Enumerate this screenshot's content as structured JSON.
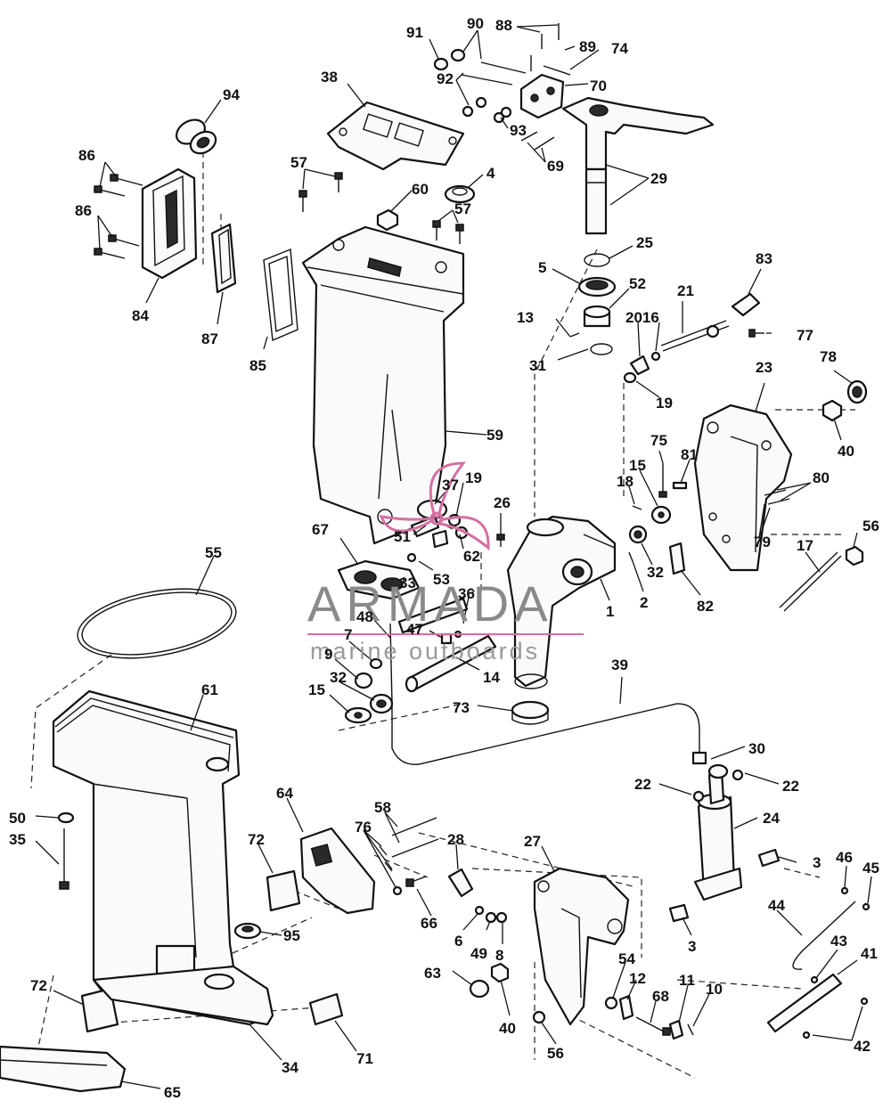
{
  "diagram": {
    "callouts": [
      "1",
      "2",
      "3",
      "4",
      "5",
      "6",
      "7",
      "8",
      "9",
      "10",
      "11",
      "12",
      "13",
      "14",
      "15",
      "16",
      "17",
      "18",
      "19",
      "20",
      "21",
      "22",
      "23",
      "24",
      "25",
      "26",
      "27",
      "28",
      "29",
      "30",
      "31",
      "32",
      "33",
      "34",
      "35",
      "36",
      "37",
      "38",
      "39",
      "40",
      "41",
      "42",
      "43",
      "44",
      "45",
      "46",
      "47",
      "48",
      "49",
      "50",
      "51",
      "52",
      "53",
      "54",
      "55",
      "56",
      "57",
      "58",
      "59",
      "60",
      "61",
      "62",
      "63",
      "64",
      "65",
      "66",
      "67",
      "68",
      "69",
      "70",
      "71",
      "72",
      "73",
      "74",
      "75",
      "76",
      "77",
      "78",
      "79",
      "80",
      "81",
      "82",
      "83",
      "84",
      "85",
      "86",
      "87",
      "88",
      "89",
      "90",
      "91",
      "92",
      "93",
      "94",
      "95"
    ],
    "labels": [
      {
        "id": "91",
        "text": "91"
      },
      {
        "id": "90",
        "text": "90"
      },
      {
        "id": "88",
        "text": "88"
      },
      {
        "id": "89",
        "text": "89"
      },
      {
        "id": "74",
        "text": "74"
      },
      {
        "id": "92",
        "text": "92"
      },
      {
        "id": "70",
        "text": "70"
      },
      {
        "id": "38",
        "text": "38"
      },
      {
        "id": "94",
        "text": "94"
      },
      {
        "id": "93",
        "text": "93"
      },
      {
        "id": "69",
        "text": "69"
      },
      {
        "id": "29",
        "text": "29"
      },
      {
        "id": "86a",
        "text": "86"
      },
      {
        "id": "86b",
        "text": "86"
      },
      {
        "id": "57a",
        "text": "57"
      },
      {
        "id": "4",
        "text": "4"
      },
      {
        "id": "60",
        "text": "60"
      },
      {
        "id": "57b",
        "text": "57"
      },
      {
        "id": "25",
        "text": "25"
      },
      {
        "id": "83",
        "text": "83"
      },
      {
        "id": "5",
        "text": "5"
      },
      {
        "id": "52",
        "text": "52"
      },
      {
        "id": "21",
        "text": "21"
      },
      {
        "id": "13",
        "text": "13"
      },
      {
        "id": "2016",
        "text": "2016"
      },
      {
        "id": "77",
        "text": "77"
      },
      {
        "id": "84",
        "text": "84"
      },
      {
        "id": "87",
        "text": "87"
      },
      {
        "id": "31",
        "text": "31"
      },
      {
        "id": "78",
        "text": "78"
      },
      {
        "id": "85",
        "text": "85"
      },
      {
        "id": "23",
        "text": "23"
      },
      {
        "id": "19a",
        "text": "19"
      },
      {
        "id": "59",
        "text": "59"
      },
      {
        "id": "40a",
        "text": "40"
      },
      {
        "id": "75",
        "text": "75"
      },
      {
        "id": "81",
        "text": "81"
      },
      {
        "id": "15a",
        "text": "15"
      },
      {
        "id": "37",
        "text": "37"
      },
      {
        "id": "19b",
        "text": "19"
      },
      {
        "id": "18",
        "text": "18"
      },
      {
        "id": "80",
        "text": "80"
      },
      {
        "id": "26",
        "text": "26"
      },
      {
        "id": "67",
        "text": "67"
      },
      {
        "id": "56a",
        "text": "56"
      },
      {
        "id": "51",
        "text": "51"
      },
      {
        "id": "79",
        "text": "79"
      },
      {
        "id": "62",
        "text": "62"
      },
      {
        "id": "55",
        "text": "55"
      },
      {
        "id": "53",
        "text": "53"
      },
      {
        "id": "33",
        "text": "33"
      },
      {
        "id": "32a",
        "text": "32"
      },
      {
        "id": "17",
        "text": "17"
      },
      {
        "id": "36",
        "text": "36"
      },
      {
        "id": "1",
        "text": "1"
      },
      {
        "id": "2",
        "text": "2"
      },
      {
        "id": "82",
        "text": "82"
      },
      {
        "id": "48",
        "text": "48"
      },
      {
        "id": "47",
        "text": "47"
      },
      {
        "id": "7",
        "text": "7"
      },
      {
        "id": "9",
        "text": "9"
      },
      {
        "id": "39",
        "text": "39"
      },
      {
        "id": "14",
        "text": "14"
      },
      {
        "id": "32b",
        "text": "32"
      },
      {
        "id": "15b",
        "text": "15"
      },
      {
        "id": "61",
        "text": "61"
      },
      {
        "id": "73",
        "text": "73"
      },
      {
        "id": "30",
        "text": "30"
      },
      {
        "id": "22a",
        "text": "22"
      },
      {
        "id": "22b",
        "text": "22"
      },
      {
        "id": "50",
        "text": "50"
      },
      {
        "id": "64",
        "text": "64"
      },
      {
        "id": "24",
        "text": "24"
      },
      {
        "id": "35",
        "text": "35"
      },
      {
        "id": "58",
        "text": "58"
      },
      {
        "id": "28",
        "text": "28"
      },
      {
        "id": "27",
        "text": "27"
      },
      {
        "id": "72a",
        "text": "72"
      },
      {
        "id": "76",
        "text": "76"
      },
      {
        "id": "3a",
        "text": "3"
      },
      {
        "id": "46",
        "text": "46"
      },
      {
        "id": "45",
        "text": "45"
      },
      {
        "id": "66",
        "text": "66"
      },
      {
        "id": "44",
        "text": "44"
      },
      {
        "id": "95",
        "text": "95"
      },
      {
        "id": "6",
        "text": "6"
      },
      {
        "id": "49",
        "text": "49"
      },
      {
        "id": "8",
        "text": "8"
      },
      {
        "id": "3b",
        "text": "3"
      },
      {
        "id": "43",
        "text": "43"
      },
      {
        "id": "41",
        "text": "41"
      },
      {
        "id": "54",
        "text": "54"
      },
      {
        "id": "63",
        "text": "63"
      },
      {
        "id": "12",
        "text": "12"
      },
      {
        "id": "11",
        "text": "11"
      },
      {
        "id": "10",
        "text": "10"
      },
      {
        "id": "72b",
        "text": "72"
      },
      {
        "id": "68",
        "text": "68"
      },
      {
        "id": "40b",
        "text": "40"
      },
      {
        "id": "56b",
        "text": "56"
      },
      {
        "id": "42",
        "text": "42"
      },
      {
        "id": "34",
        "text": "34"
      },
      {
        "id": "71",
        "text": "71"
      },
      {
        "id": "65",
        "text": "65"
      }
    ]
  },
  "watermark": {
    "brand": "ARMADA",
    "tagline": "marine outboards",
    "logo_color": "#d46fa0",
    "text_color": "#8a8a8a"
  },
  "colors": {
    "line": "#111111",
    "background": "#ffffff"
  }
}
